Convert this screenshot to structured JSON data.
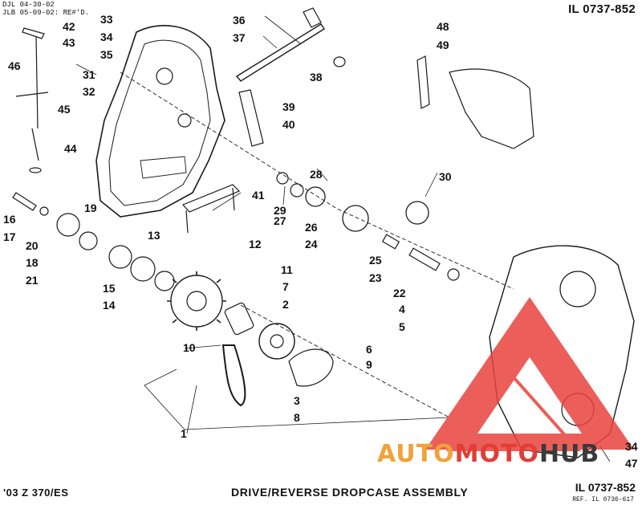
{
  "header": {
    "revision_line_1": "DJL 04-30-02",
    "revision_line_2": "JLB 05-09-02: RE#'D.",
    "illustration_id_top": "IL 0737-852"
  },
  "footer": {
    "model": "'03 Z 370/ES",
    "title": "DRIVE/REVERSE DROPCASE ASSEMBLY",
    "illustration_id_bottom": "IL 0737-852",
    "reference": "REF. IL 0736-617"
  },
  "callouts": [
    "1",
    "2",
    "3",
    "4",
    "5",
    "6",
    "7",
    "8",
    "9",
    "10",
    "11",
    "12",
    "13",
    "14",
    "15",
    "16",
    "17",
    "18",
    "19",
    "20",
    "21",
    "22",
    "23",
    "24",
    "25",
    "26",
    "27",
    "28",
    "29",
    "30",
    "31",
    "32",
    "33",
    "34",
    "35",
    "36",
    "37",
    "38",
    "39",
    "40",
    "41",
    "42",
    "43",
    "44",
    "45",
    "46",
    "47",
    "48",
    "49",
    "34"
  ],
  "watermark": {
    "part_1": "AUTO",
    "part_2": "MOTO",
    "part_3": "HUB",
    "colors": {
      "auto": "#f0a23b",
      "moto": "#e23d37",
      "hub": "#3a3a3a",
      "triangle": "#e8433d"
    }
  }
}
